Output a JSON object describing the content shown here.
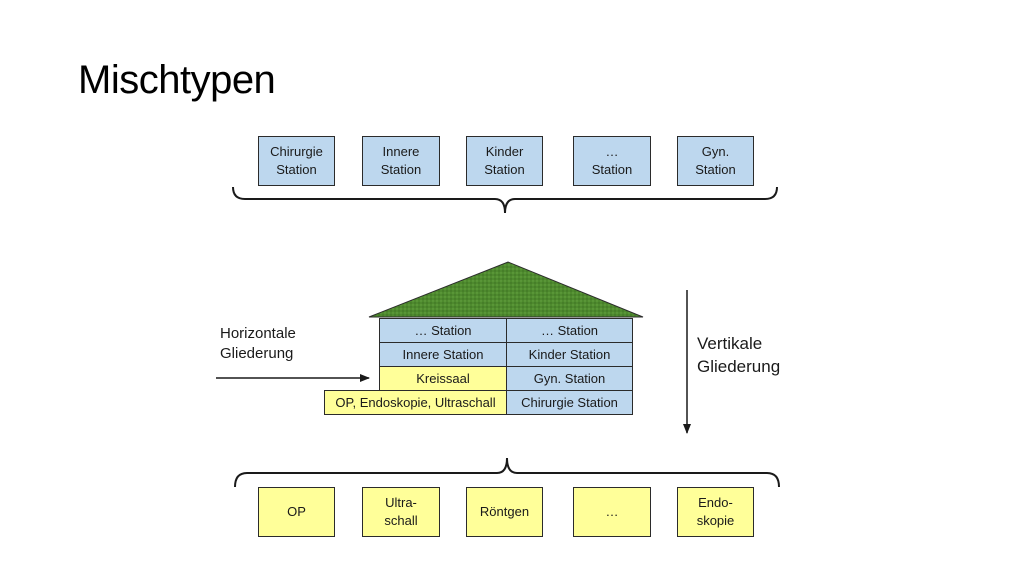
{
  "title": "Mischtypen",
  "top_row": [
    {
      "label": "Chirurgie\nStation"
    },
    {
      "label": "Innere\nStation"
    },
    {
      "label": "Kinder\nStation"
    },
    {
      "label": "…\nStation"
    },
    {
      "label": "Gyn.\nStation"
    }
  ],
  "house": {
    "left": [
      "…  Station",
      "Innere Station",
      "Kreissaal",
      "OP, Endoskopie, Ultraschall"
    ],
    "right": [
      "…  Station",
      "Kinder Station",
      "Gyn. Station",
      "Chirurgie Station"
    ]
  },
  "labels": {
    "horizontal": "Horizontale\nGliederung",
    "vertical": "Vertikale\nGliederung"
  },
  "bottom_row": [
    {
      "label": "OP"
    },
    {
      "label": "Ultra-\nschall"
    },
    {
      "label": "Röntgen"
    },
    {
      "label": "…"
    },
    {
      "label": "Endo-\nskopie"
    }
  ],
  "colors": {
    "station_fill": "#bdd7ee",
    "function_fill": "#ffff99",
    "roof_fill": "#4e8a2e"
  }
}
